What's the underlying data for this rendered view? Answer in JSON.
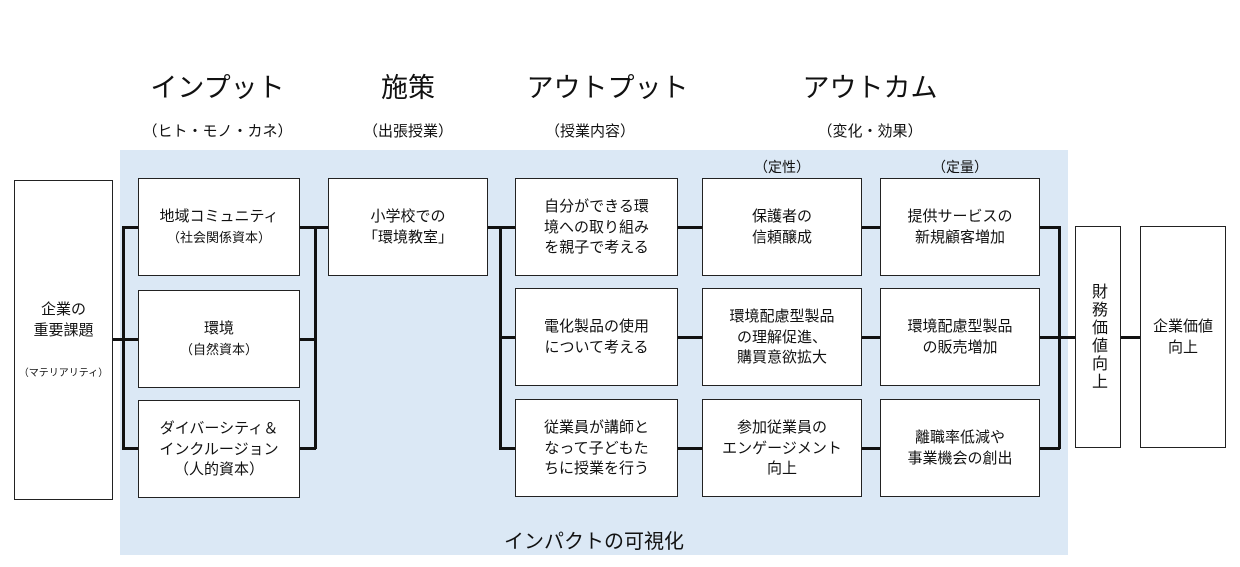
{
  "headers": {
    "input": {
      "title": "インプット",
      "sub": "（ヒト・モノ・カネ）"
    },
    "policy": {
      "title": "施策",
      "sub": "（出張授業）"
    },
    "output": {
      "title": "アウトプット",
      "sub": "（授業内容）"
    },
    "outcome": {
      "title": "アウトカム",
      "sub": "（変化・効果）",
      "qualitative": "（定性）",
      "quantitative": "（定量）"
    }
  },
  "left_box": {
    "line1": "企業の",
    "line2": "重要課題",
    "small": "（マテリアリティ）"
  },
  "inputs": [
    {
      "line1": "地域コミュニティ",
      "sub": "（社会関係資本）"
    },
    {
      "line1": "環境",
      "sub": "（自然資本）"
    },
    {
      "line1": "ダイバーシティ＆",
      "line2": "インクルージョン",
      "line3": "（人的資本）"
    }
  ],
  "policy_box": {
    "line1": "小学校での",
    "line2": "「環境教室」"
  },
  "outputs": [
    {
      "line1": "自分ができる環",
      "line2": "境への取り組み",
      "line3": "を親子で考える"
    },
    {
      "line1": "電化製品の使用",
      "line2": "について考える"
    },
    {
      "line1": "従業員が講師と",
      "line2": "なって子どもた",
      "line3": "ちに授業を行う"
    }
  ],
  "outcomes_qualitative": [
    {
      "line1": "保護者の",
      "line2": "信頼醸成"
    },
    {
      "line1": "環境配慮型製品",
      "line2": "の理解促進、",
      "line3": "購買意欲拡大"
    },
    {
      "line1": "参加従業員の",
      "line2": "エンゲージメント",
      "line3": "向上"
    }
  ],
  "outcomes_quantitative": [
    {
      "line1": "提供サービスの",
      "line2": "新規顧客増加"
    },
    {
      "line1": "環境配慮型製品",
      "line2": "の販売増加"
    },
    {
      "line1": "離職率低減や",
      "line2": "事業機会の創出"
    }
  ],
  "financial_box": {
    "text": "財務価値向上"
  },
  "value_box": {
    "line1": "企業価値",
    "line2": "向上"
  },
  "footer": "インパクトの可視化"
}
